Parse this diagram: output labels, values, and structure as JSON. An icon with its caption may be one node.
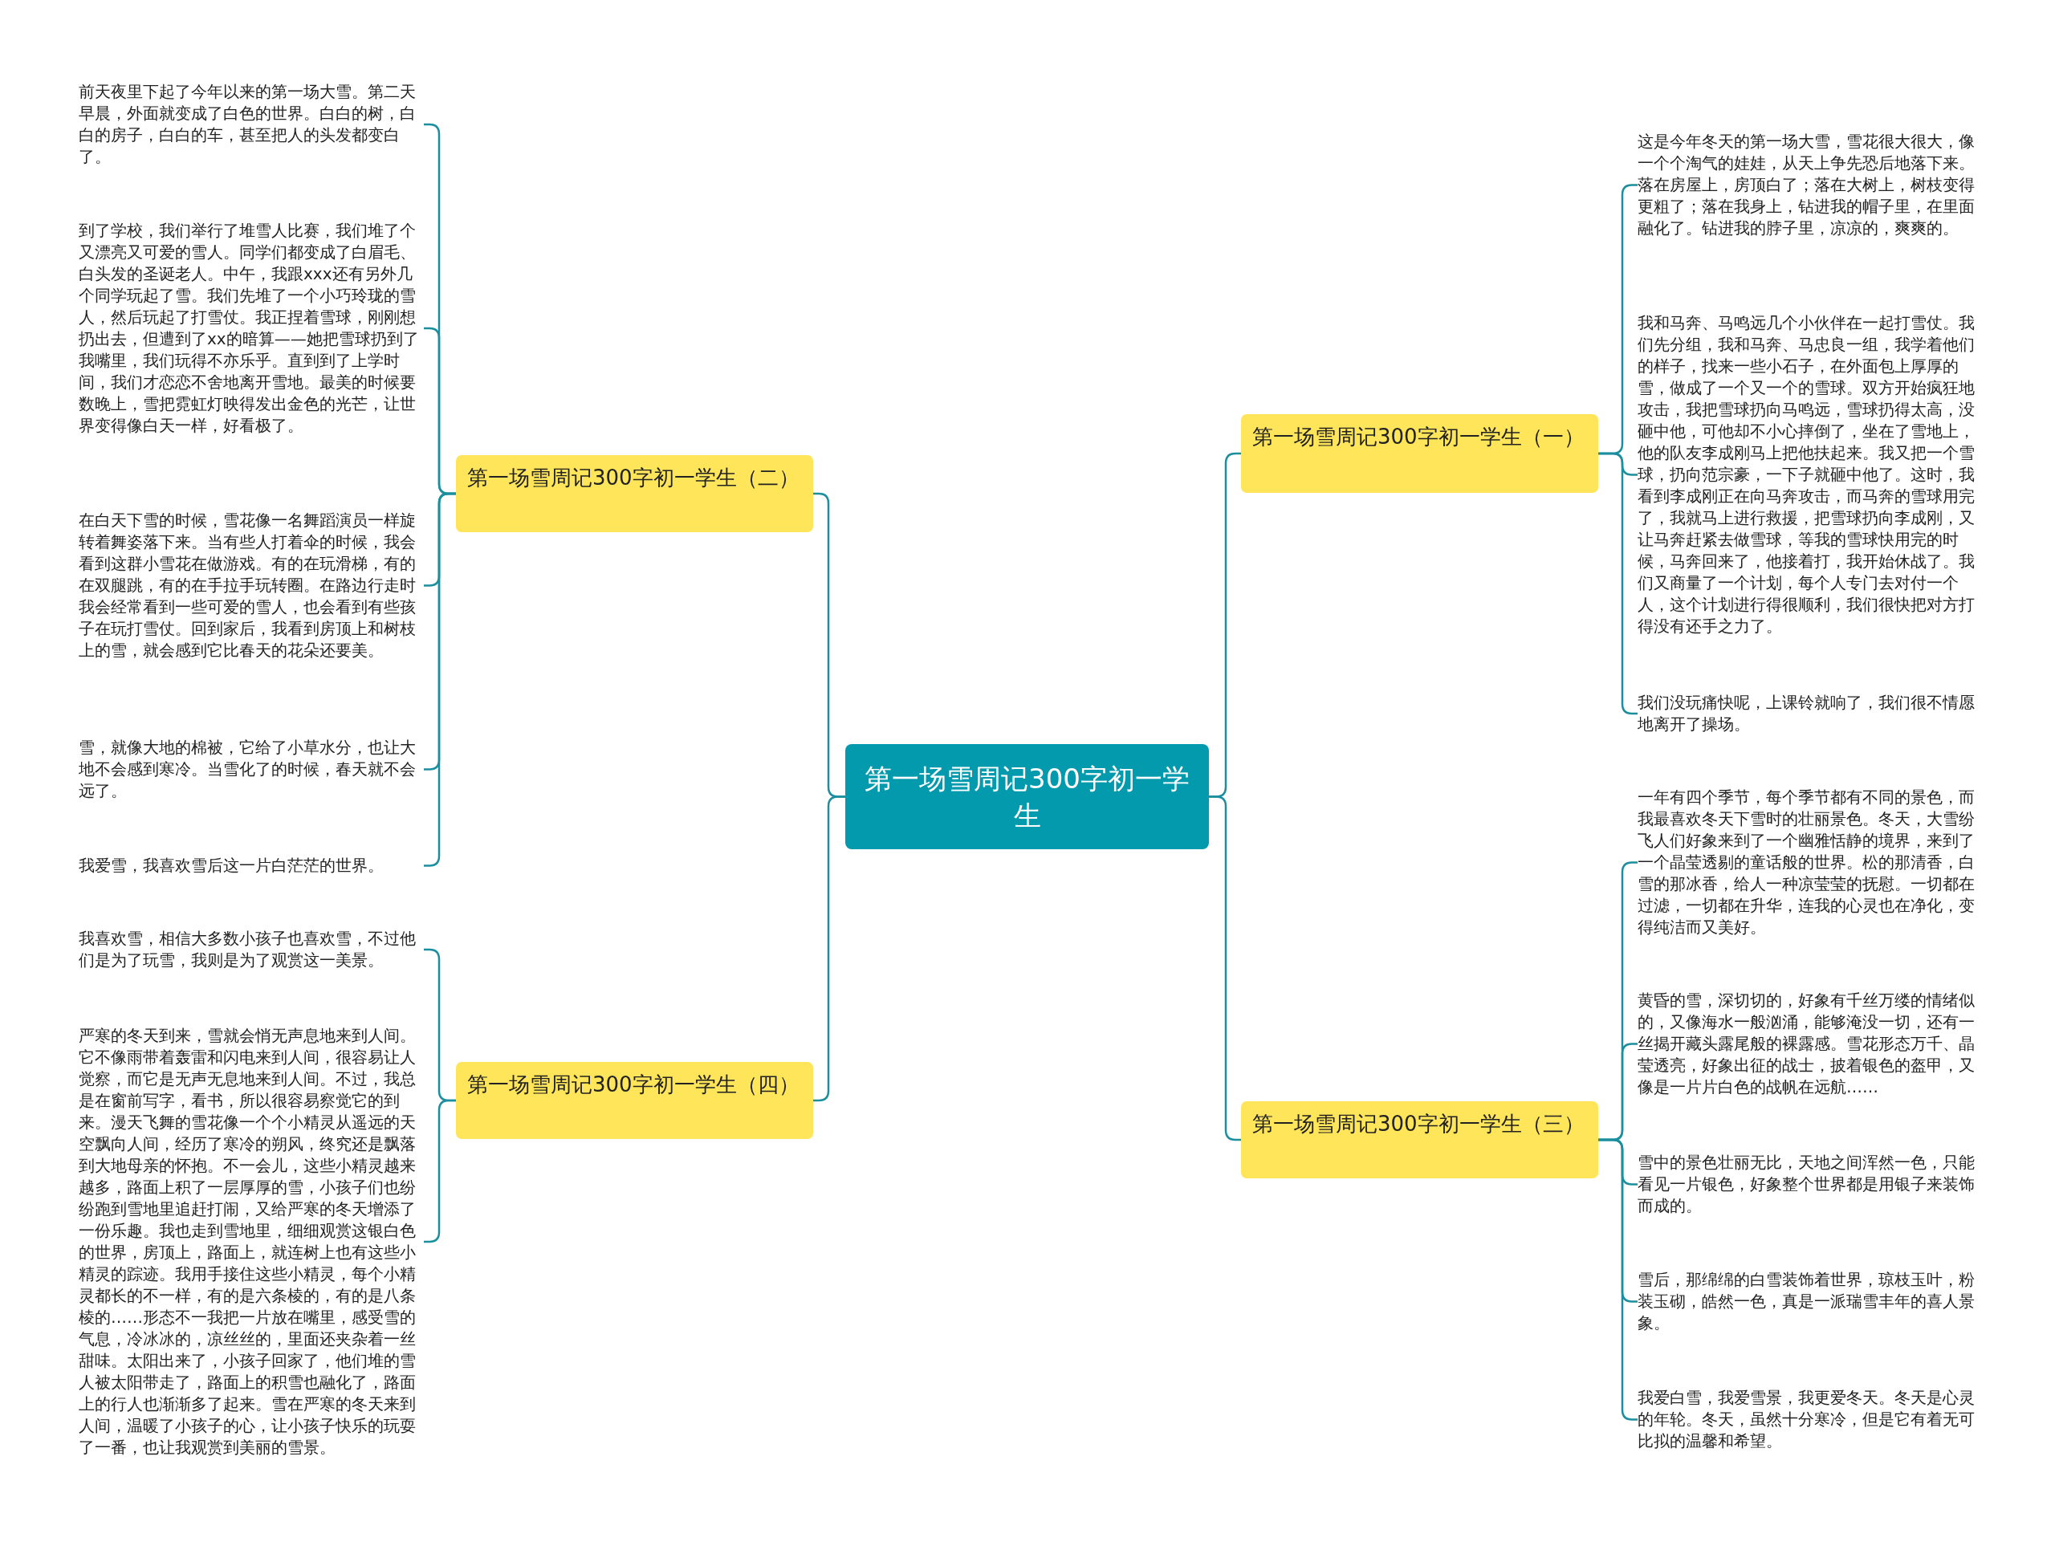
{
  "diagram": {
    "nodes": [
      {
        "text": [
          "第一场雪周记300字初一学生"
        ]
      },
      {
        "text": [
          "第一场雪周记300字初一学生（二）"
        ]
      },
      {
        "text": [
          "前天夜里下起了今年以来的第一场大雪。第二天早晨，外面就变成了白色的世界。白白的树，白白的房子，白白的车，甚至把人的头发都变白了。"
        ]
      },
      {
        "text": [
          "到了学校，我们举行了堆雪人比赛，我们堆了个又漂亮又可爱的雪人。同学们都变成了白眉毛、白头发的圣诞老人。中午，我跟xxx还有另外几个同学玩起了雪。我们先堆了一个小巧玲珑的雪人，然后玩起了打雪仗。我正捏着雪球，刚刚想扔出去，但遭到了xx的暗算——她把雪球扔到了我嘴里，我们玩得不亦乐乎。直到到了上学时间，我们才恋恋不舍地离开雪地。最美的时候要数晚上，雪把霓虹灯映得发出金色的光芒，让世界变得像白天一样，好看极了。"
        ]
      },
      {
        "text": [
          "在白天下雪的时候，雪花像一名舞蹈演员一样旋转着舞姿落下来。当有些人打着伞的时候，我会看到这群小雪花在做游戏。有的在玩滑梯，有的在双腿跳，有的在手拉手玩转圈。在路边行走时我会经常看到一些可爱的雪人，也会看到有些孩子在玩打雪仗。回到家后，我看到房顶上和树枝上的雪，就会感到它比春天的花朵还要美。"
        ]
      },
      {
        "text": [
          "雪，就像大地的棉被，它给了小草水分，也让大地不会感到寒冷。当雪化了的时候，春天就不会远了。"
        ]
      },
      {
        "text": [
          "我爱雪，我喜欢雪后这一片白茫茫的世界。"
        ]
      },
      {
        "text": [
          "第一场雪周记300字初一学生（四）"
        ]
      },
      {
        "text": [
          "我喜欢雪，相信大多数小孩子也喜欢雪，不过他们是为了玩雪，我则是为了观赏这一美景。"
        ]
      },
      {
        "text": [
          "严寒的冬天到来，雪就会悄无声息地来到人间。它不像雨带着轰雷和闪电来到人间，很容易让人觉察，而它是无声无息地来到人间。不过，我总是在窗前写字，看书，所以很容易察觉它的到来。漫天飞舞的雪花像一个个小精灵从遥远的天空飘向人间，经历了寒冷的朔风，终究还是飘落到大地母亲的怀抱。不一会儿，这些小精灵越来越多，路面上积了一层厚厚的雪，小孩子们也纷纷跑到雪地里追赶打闹，又给严寒的冬天增添了一份乐趣。我也走到雪地里，细细观赏这银白色的世界，房顶上，路面上，就连树上也有这些小精灵的踪迹。我用手接住这些小精灵，每个小精灵都长的不一样，有的是六条棱的，有的是八条棱的……形态不一我把一片放在嘴里，感受雪的气息，冷冰冰的，凉丝丝的，里面还夹杂着一丝甜味。太阳出来了，小孩子回家了，他们堆的雪人被太阳带走了，路面上的积雪也融化了，路面上的行人也渐渐多了起来。雪在严寒的冬天来到人间，温暖了小孩子的心，让小孩子快乐的玩耍了一番，也让我观赏到美丽的雪景。"
        ]
      },
      {
        "text": [
          "第一场雪周记300字初一学生（一）"
        ]
      },
      {
        "text": [
          "这是今年冬天的第一场大雪，雪花很大很大，像一个个淘气的娃娃，从天上争先恐后地落下来。落在房屋上，房顶白了；落在大树上，树枝变得更粗了；落在我身上，钻进我的帽子里，在里面融化了。钻进我的脖子里，凉凉的，爽爽的。"
        ]
      },
      {
        "text": [
          "我和马奔、马鸣远几个小伙伴在一起打雪仗。我们先分组，我和马奔、马忠良一组，我学着他们的样子，找来一些小石子，在外面包上厚厚的雪，做成了一个又一个的雪球。双方开始疯狂地攻击，我把雪球扔向马鸣远，雪球扔得太高，没砸中他，可他却不小心摔倒了，坐在了雪地上，他的队友李成刚马上把他扶起来。我又把一个雪球，扔向范宗豪，一下子就砸中他了。这时，我看到李成刚正在向马奔攻击，而马奔的雪球用完了，我就马上进行救援，把雪球扔向李成刚，又让马奔赶紧去做雪球，等我的雪球快用完的时候，马奔回来了，他接着打，我开始休战了。我们又商量了一个计划，每个人专门去对付一个人，这个计划进行得很顺利，我们很快把对方打得没有还手之力了。"
        ]
      },
      {
        "text": [
          "我们没玩痛快呢，上课铃就响了，我们很不情愿地离开了操场。"
        ]
      },
      {
        "text": [
          "第一场雪周记300字初一学生（三）"
        ]
      },
      {
        "text": [
          "一年有四个季节，每个季节都有不同的景色，而我最喜欢冬天下雪时的壮丽景色。冬天，大雪纷飞人们好象来到了一个幽雅恬静的境界，来到了一个晶莹透剔的童话般的世界。松的那清香，白雪的那冰香，给人一种凉莹莹的抚慰。一切都在过滤，一切都在升华，连我的心灵也在净化，变得纯洁而又美好。"
        ]
      },
      {
        "text": [
          "黄昏的雪，深切切的，好象有千丝万缕的情绪似的，又像海水一般汹涌，能够淹没一切，还有一丝揭开藏头露尾般的裸露感。雪花形态万千、晶莹透亮，好象出征的战士，披着银色的盔甲，又像是一片片白色的战帆在远航……"
        ]
      },
      {
        "text": [
          "雪中的景色壮丽无比，天地之间浑然一色，只能看见一片银色，好象整个世界都是用银子来装饰而成的。"
        ]
      },
      {
        "text": [
          "雪后，那绵绵的白雪装饰着世界，琼枝玉叶，粉装玉砌，皓然一色，真是一派瑞雪丰年的喜人景象。"
        ]
      },
      {
        "text": [
          "我爱白雪，我爱雪景，我更爱冬天。冬天是心灵的年轮。冬天，虽然十分寒冷，但是它有着无可比拟的温馨和希望。"
        ]
      }
    ],
    "edges": [
      {
        "from": 0,
        "to": 1,
        "arrow": "none"
      },
      {
        "from": 1,
        "to": 2,
        "arrow": "none"
      },
      {
        "from": 1,
        "to": 3,
        "arrow": "none"
      },
      {
        "from": 1,
        "to": 4,
        "arrow": "none"
      },
      {
        "from": 1,
        "to": 5,
        "arrow": "none"
      },
      {
        "from": 1,
        "to": 6,
        "arrow": "none"
      },
      {
        "from": 0,
        "to": 7,
        "arrow": "none"
      },
      {
        "from": 7,
        "to": 8,
        "arrow": "none"
      },
      {
        "from": 7,
        "to": 9,
        "arrow": "none"
      },
      {
        "from": 0,
        "to": 10,
        "arrow": "none"
      },
      {
        "from": 10,
        "to": 11,
        "arrow": "none"
      },
      {
        "from": 10,
        "to": 12,
        "arrow": "none"
      },
      {
        "from": 10,
        "to": 13,
        "arrow": "none"
      },
      {
        "from": 0,
        "to": 14,
        "arrow": "none"
      },
      {
        "from": 14,
        "to": 15,
        "arrow": "none"
      },
      {
        "from": 14,
        "to": 16,
        "arrow": "none"
      },
      {
        "from": 14,
        "to": 17,
        "arrow": "none"
      },
      {
        "from": 14,
        "to": 18,
        "arrow": "none"
      },
      {
        "from": 14,
        "to": 19,
        "arrow": "none"
      }
    ]
  }
}
